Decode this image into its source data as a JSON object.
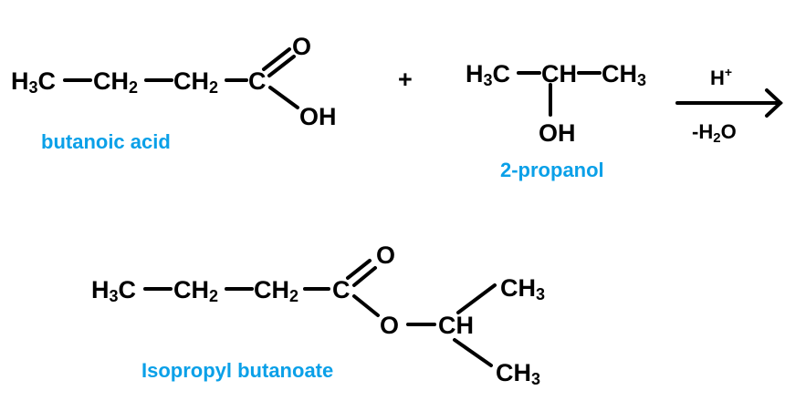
{
  "reactant1": {
    "g1": {
      "a": "H",
      "sub": "3",
      "b": "C"
    },
    "g2": {
      "a": "CH",
      "sub": "2"
    },
    "g3": {
      "a": "CH",
      "sub": "2"
    },
    "carbon": "C",
    "oxygen": "O",
    "hydroxyl": "OH",
    "name": "butanoic acid"
  },
  "plus": "+",
  "reactant2": {
    "g1": {
      "a": "H",
      "sub": "3",
      "b": "C"
    },
    "g2": "CH",
    "g3": {
      "a": "CH",
      "sub": "3"
    },
    "hydroxyl": "OH",
    "name": "2-propanol"
  },
  "arrow": {
    "catalyst": {
      "a": "H",
      "sup": "+"
    },
    "byproduct": {
      "a": "-H",
      "sub": "2",
      "b": "O"
    }
  },
  "product": {
    "g1": {
      "a": "H",
      "sub": "3",
      "b": "C"
    },
    "g2": {
      "a": "CH",
      "sub": "2"
    },
    "g3": {
      "a": "CH",
      "sub": "2"
    },
    "carbon": "C",
    "carbonyl_oxygen": "O",
    "ester_oxygen": "O",
    "ch": "CH",
    "methyl_top": {
      "a": "CH",
      "sub": "3"
    },
    "methyl_bottom": {
      "a": "CH",
      "sub": "3"
    },
    "name": "Isopropyl butanoate"
  }
}
